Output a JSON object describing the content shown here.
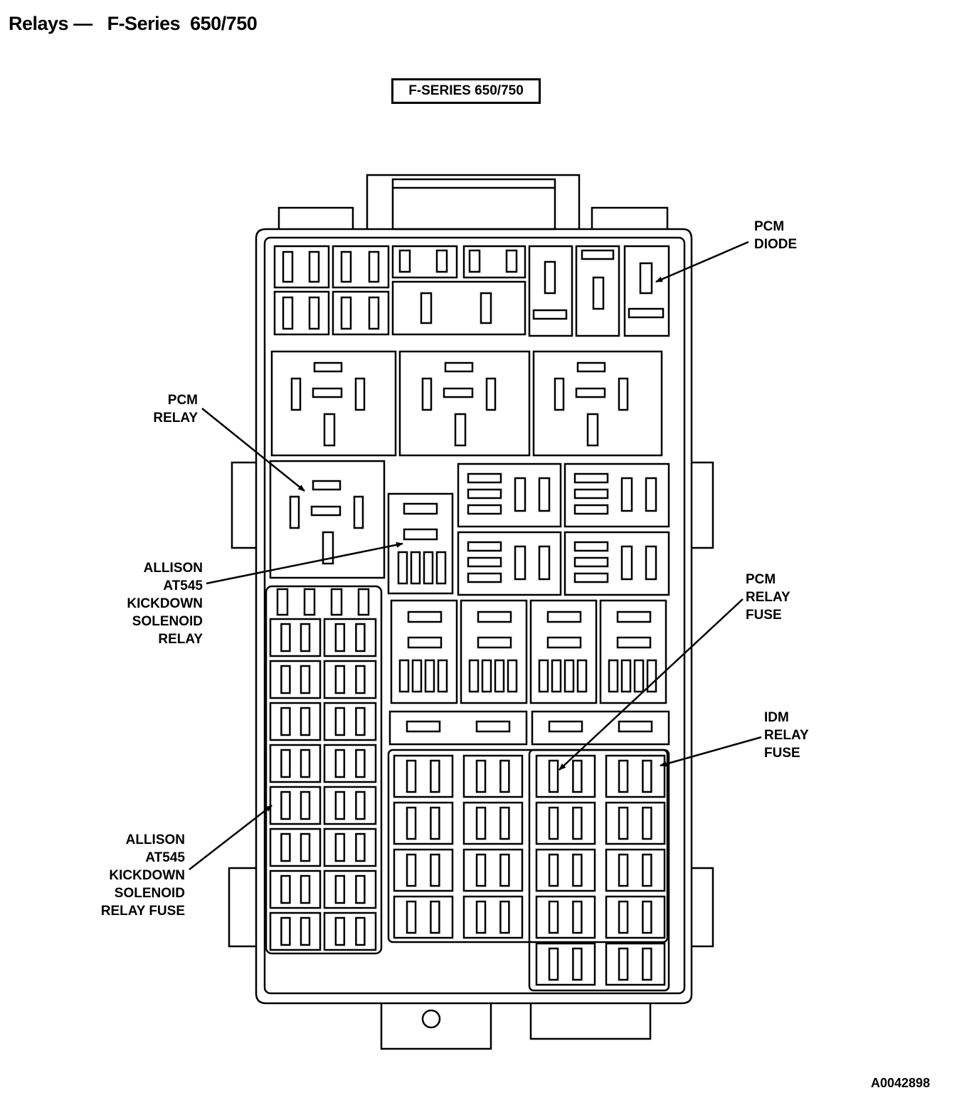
{
  "header": {
    "heading": "Relays —   F-Series  650/750"
  },
  "diagram": {
    "title": "F-SERIES 650/750",
    "reference_code": "A0042898",
    "callouts": {
      "pcm_diode": [
        "PCM",
        "DIODE"
      ],
      "pcm_relay": [
        "PCM",
        "RELAY"
      ],
      "allison_relay": [
        "ALLISON",
        "AT545",
        "KICKDOWN",
        "SOLENOID",
        "RELAY"
      ],
      "pcm_relay_fuse": [
        "PCM",
        "RELAY",
        "FUSE"
      ],
      "idm_relay_fuse": [
        "IDM",
        "RELAY",
        "FUSE"
      ],
      "allison_relay_fuse": [
        "ALLISON",
        "AT545",
        "KICKDOWN",
        "SOLENOID",
        "RELAY FUSE"
      ]
    }
  }
}
